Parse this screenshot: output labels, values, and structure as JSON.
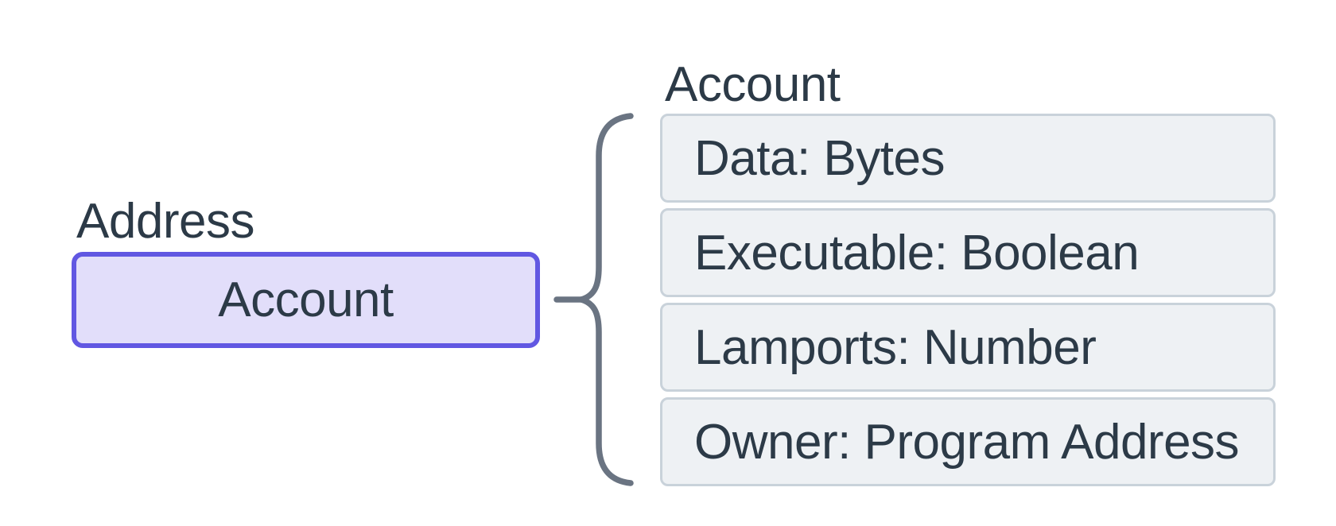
{
  "diagram": {
    "type": "account-structure",
    "address": {
      "label": "Address",
      "node_label": "Account"
    },
    "account": {
      "label": "Account",
      "fields": [
        "Data: Bytes",
        "Executable: Boolean",
        "Lamports: Number",
        "Owner: Program Address"
      ]
    },
    "colors": {
      "accent_border": "#6157e2",
      "accent_fill": "#e2defa",
      "field_border": "#c9d2da",
      "field_fill": "#eef1f4",
      "brace": "#6a7482",
      "text": "#2c3a47",
      "background": "#ffffff"
    }
  }
}
